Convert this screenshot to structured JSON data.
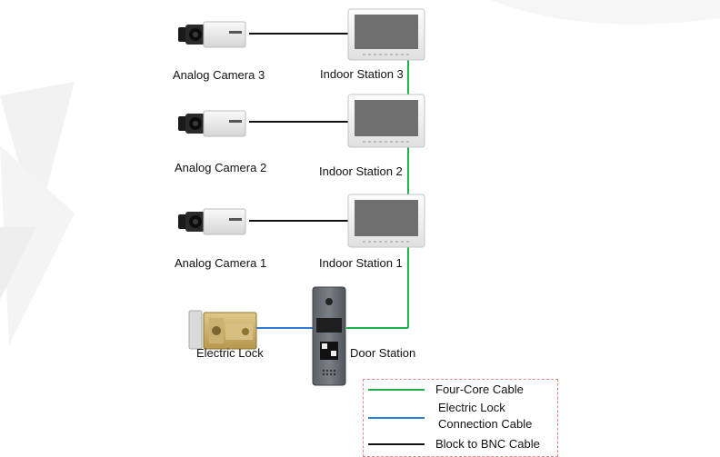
{
  "devices": {
    "camera3": "Analog Camera 3",
    "camera2": "Analog Camera 2",
    "camera1": "Analog Camera 1",
    "indoor3": "Indoor Station 3",
    "indoor2": "Indoor Station 2",
    "indoor1": "Indoor Station 1",
    "lock": "Electric Lock",
    "door": "Door Station"
  },
  "legend": {
    "four_core": "Four-Core Cable",
    "electric_lock_line1": "Electric Lock",
    "electric_lock_line2": "Connection Cable",
    "bnc": "Block to BNC Cable"
  },
  "colors": {
    "four_core": "#22b04a",
    "electric_lock": "#2e7bd6",
    "bnc": "#111111",
    "legend_border": "#e08a8a"
  }
}
